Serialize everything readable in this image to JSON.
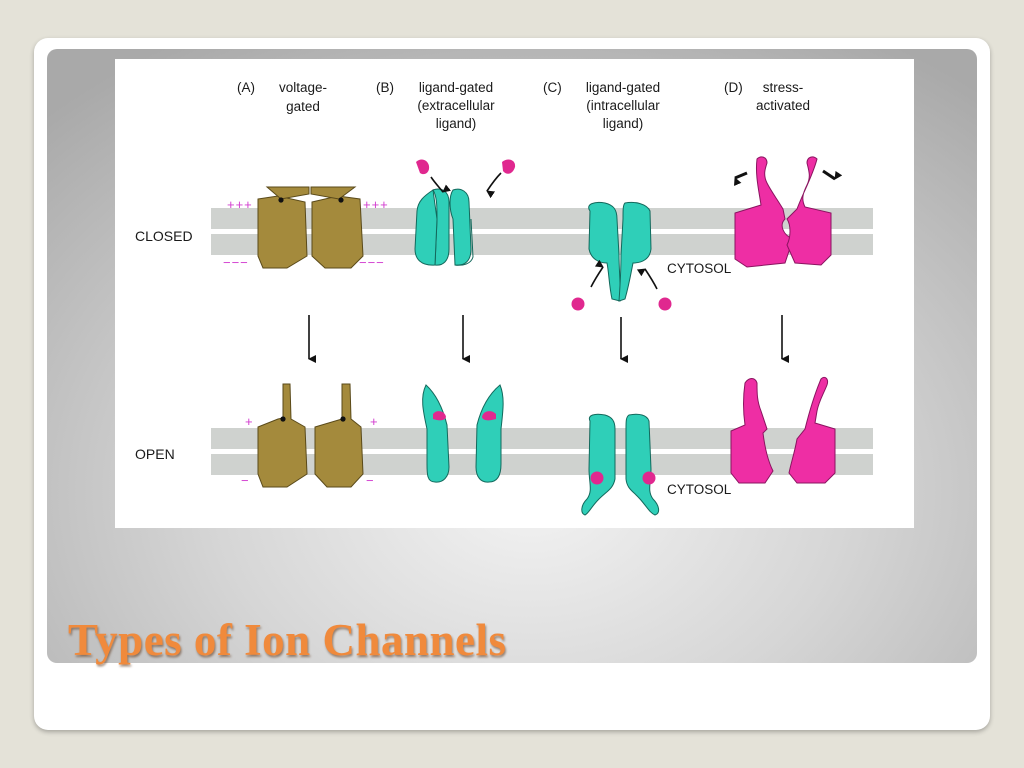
{
  "slide": {
    "title": "Types of Ion Channels"
  },
  "figure": {
    "columns": [
      {
        "id": "A",
        "letter": "(A)",
        "lines": [
          "voltage-",
          "gated"
        ]
      },
      {
        "id": "B",
        "letter": "(B)",
        "lines": [
          "ligand-gated",
          "(extracellular",
          "ligand)"
        ]
      },
      {
        "id": "C",
        "letter": "(C)",
        "lines": [
          "ligand-gated",
          "(intracellular",
          "ligand)"
        ]
      },
      {
        "id": "D",
        "letter": "(D)",
        "lines": [
          "stress-",
          "activated"
        ]
      }
    ],
    "rows": {
      "closed": "CLOSED",
      "open": "OPEN"
    },
    "cytosol_label": "CYTOSOL",
    "charges": {
      "closed_top": "+++",
      "closed_bottom": "−−−",
      "open_top": "+",
      "open_bottom": "−"
    },
    "colors": {
      "voltage_gated": "#a48a3c",
      "ligand_gated": "#2fcfb8",
      "stress_activated": "#ee2ea4",
      "ligand": "#e0288f",
      "membrane": "#cfd2cf",
      "title": "#f08a3c"
    }
  }
}
